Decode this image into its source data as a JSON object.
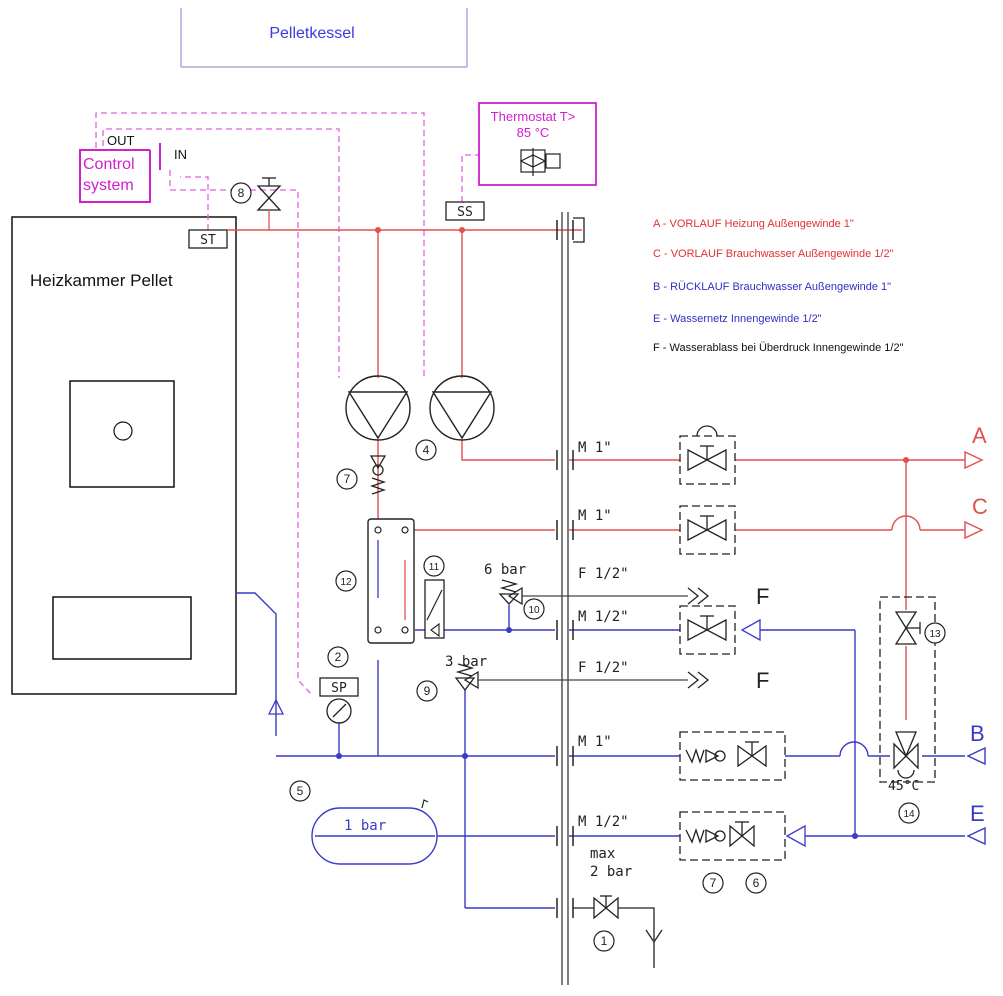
{
  "colors": {
    "supply_red": "#e05050",
    "return_blue": "#3a3ac8",
    "control_magenta": "#d020d0",
    "dark": "#222222",
    "grey": "#555555"
  },
  "header": {
    "pelletkessel": "Pelletkessel"
  },
  "boiler": {
    "label": "Heizkammer Pellet"
  },
  "control": {
    "label_line1": "Control",
    "label_line2": "system",
    "out_label": "OUT",
    "in_label": "IN"
  },
  "thermostat": {
    "label_line1": "Thermostat T>",
    "label_line2": "85 °C"
  },
  "sensors": {
    "st": "ST",
    "ss": "SS",
    "sp": "SP"
  },
  "legend": [
    {
      "text": "A - VORLAUF Heizung Außengewinde 1\"",
      "color": "#e03030"
    },
    {
      "text": "C - VORLAUF Brauchwasser Außengewinde 1/2\"",
      "color": "#e03030"
    },
    {
      "text": "B - RÜCKLAUF Brauchwasser Außengewinde 1\"",
      "color": "#3030c0"
    },
    {
      "text": "E - Wassernetz Innengewinde 1/2\"",
      "color": "#3030c0"
    },
    {
      "text": "F - Wasserablass bei Überdruck Innengewinde 1/2\"",
      "color": "#111111"
    }
  ],
  "components": {
    "n1": "1",
    "n2": "2",
    "n4": "4",
    "n5": "5",
    "n6": "6",
    "n7a": "7",
    "n7b": "7",
    "n8": "8",
    "n9": "9",
    "n10": "10",
    "n11": "11",
    "n12": "12",
    "n13": "13",
    "n14": "14"
  },
  "connections": {
    "m1_a": "M 1\"",
    "m1_c": "M 1\"",
    "f_half_1": "F 1/2\"",
    "m_half_1": "M 1/2\"",
    "f_half_2": "F 1/2\"",
    "m1_b": "M 1\"",
    "m_half_2": "M 1/2\""
  },
  "ports": {
    "a": "A",
    "c": "C",
    "b": "B",
    "e": "E",
    "f1": "F",
    "f2": "F"
  },
  "pressures": {
    "relief_6": "6 bar",
    "relief_3": "3 bar",
    "tank": "1 bar",
    "max_line1": "max",
    "max_line2": "2 bar",
    "mixer_temp": "45°C"
  }
}
